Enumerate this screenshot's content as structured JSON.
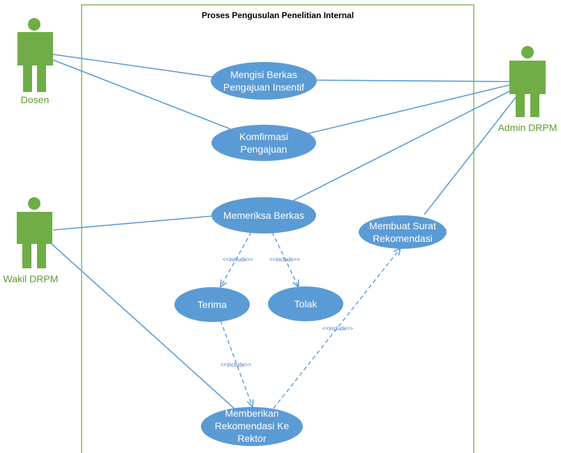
{
  "title": "Proses Pengusulan Penelitian Internal",
  "colors": {
    "actor": "#70ad47",
    "actor_label": "#5b9c2e",
    "usecase": "#5b9bd5",
    "line": "#5b9bd5",
    "boundary": "#70ad47"
  },
  "actors": {
    "dosen": "Dosen",
    "admin": "Admin DRPM",
    "wakil": "Wakil DRPM"
  },
  "usecases": {
    "mengisi": [
      "Mengisi Berkas",
      "Pengajuan Insentif"
    ],
    "konfirmasi": [
      "Komfirmasi",
      "Pengajuan"
    ],
    "memeriksa": [
      "Memeriksa Berkas"
    ],
    "terima": [
      "Terima"
    ],
    "tolak": [
      "Tolak"
    ],
    "surat": [
      "Membuat Surat",
      "Rekomendasi"
    ],
    "memberikan": [
      "Memberikan",
      "Rekomendasi Ke",
      "Rektor"
    ]
  },
  "include_label": "<<include>>"
}
